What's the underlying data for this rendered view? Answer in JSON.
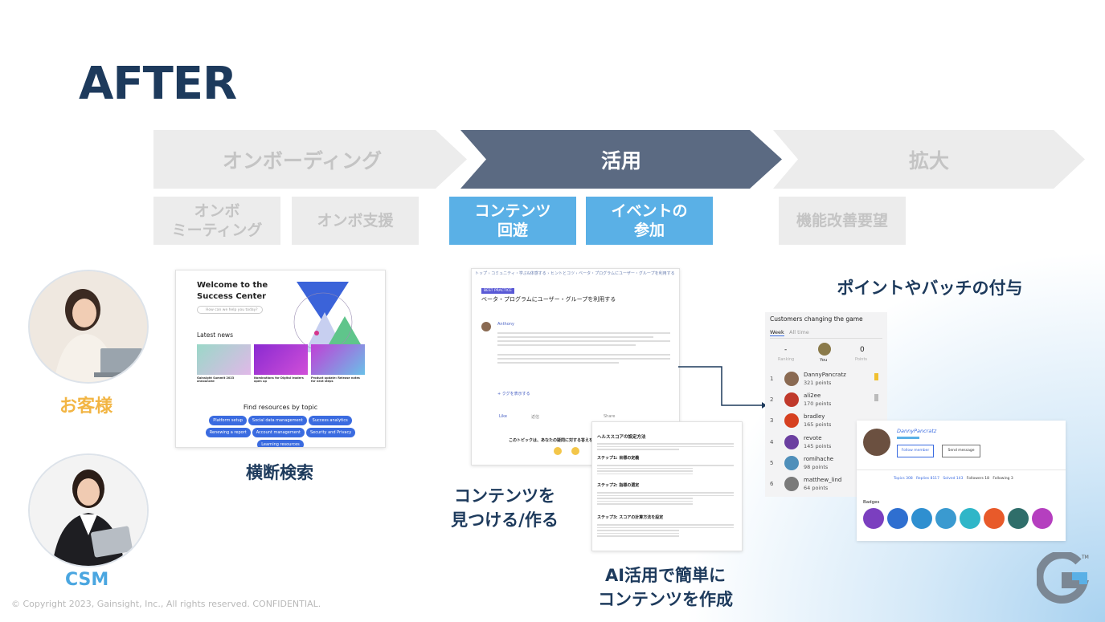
{
  "slide": {
    "title": "AFTER",
    "footer": "© Copyright 2023, Gainsight, Inc., All rights reserved. CONFIDENTIAL."
  },
  "stages": [
    {
      "label": "オンボーディング"
    },
    {
      "label": "活用"
    },
    {
      "label": "拡大"
    }
  ],
  "sub_boxes": {
    "onbo_meeting": [
      "オンボ",
      "ミーティング"
    ],
    "onbo_support": "オンボ支援",
    "content": [
      "コンテンツ",
      "回遊"
    ],
    "event": [
      "イベントの",
      "参加"
    ],
    "feature_request": "機能改善要望"
  },
  "personas": {
    "customer": "お客様",
    "csm": "CSM"
  },
  "captions": {
    "search": "横断検索",
    "content": [
      "コンテンツを",
      "見つける/作る"
    ],
    "ai": [
      "AI活用で簡単に",
      "コンテンツを作成"
    ],
    "points": "ポイントやバッチの付与"
  },
  "success_center": {
    "heading": [
      "Welcome to the",
      "Success Center"
    ],
    "search_placeholder": "How can we help you today?",
    "latest_news": "Latest news",
    "news": [
      {
        "title": "Gainsight Summit 2023 announced"
      },
      {
        "title": "Nominations for Digital leaders open up"
      },
      {
        "title": "Product update: Release notes for next steps"
      }
    ],
    "topics_heading": "Find resources by topic",
    "topics": [
      "Platform setup",
      "Social data management",
      "Success analytics",
      "Renewing a report",
      "Account management",
      "Security and Privacy",
      "Learning resources"
    ]
  },
  "article": {
    "breadcrumb": "トップ › コミュニティ・学ぶ&体感する › ヒントとコツ › ベータ・プログラムにユーザー・グループを利用する",
    "tag": "BEST PRACTICE",
    "title": "ベータ・プログラムにユーザー・グループを利用する",
    "author": "Anthony",
    "like_label": "Like",
    "reply_label": "返信",
    "share_label": "Share",
    "read_more": "+ クグを表示する",
    "vote_prompt": "このトピックは、あなたの疑問に対する答えを"
  },
  "ai_doc": {
    "title": "ヘルススコアの設定方法",
    "steps": [
      "ステップ1: 目標の定義",
      "ステップ2: 指標の選定",
      "ステップ3: スコアの計算方法を設定"
    ]
  },
  "leaderboard": {
    "title": "Customers changing the game",
    "tabs": [
      "Week",
      "All time"
    ],
    "my_rank": "-",
    "my_rank_label": "Ranking",
    "you_label": "You",
    "my_points": "0",
    "my_points_label": "Points",
    "rows": [
      {
        "rank": "1",
        "name": "DannyPancratz",
        "points": "321 points",
        "color": "#8a6a52"
      },
      {
        "rank": "2",
        "name": "ali2ee",
        "points": "170 points",
        "color": "#c0392b"
      },
      {
        "rank": "3",
        "name": "bradley",
        "points": "165 points",
        "color": "#d64020"
      },
      {
        "rank": "4",
        "name": "revote",
        "points": "145 points",
        "color": "#6b3fa0"
      },
      {
        "rank": "5",
        "name": "romihache",
        "points": "98 points",
        "color": "#4f8fba"
      },
      {
        "rank": "6",
        "name": "matthew_lind",
        "points": "64 points",
        "color": "#7a7a7a"
      }
    ]
  },
  "profile": {
    "name": "DannyPancratz",
    "follow": "Follow member",
    "message": "Send message",
    "stats": [
      "Topics 308",
      "Replies 8117",
      "Solved 143",
      "Followers 18",
      "Following 3"
    ],
    "badges_label": "Badges",
    "badge_colors": [
      "#7b3fbf",
      "#2f6fd0",
      "#2f8fd0",
      "#3a9ad0",
      "#2fb6c8",
      "#e85a2a",
      "#2f6e6a",
      "#b53fbf"
    ]
  },
  "colors": {
    "navy": "#1d3a5c",
    "stage_active": "#5b6a82",
    "accent_blue": "#5ab0e6",
    "grey_box": "#ececec",
    "customer_label": "#f2b544"
  }
}
